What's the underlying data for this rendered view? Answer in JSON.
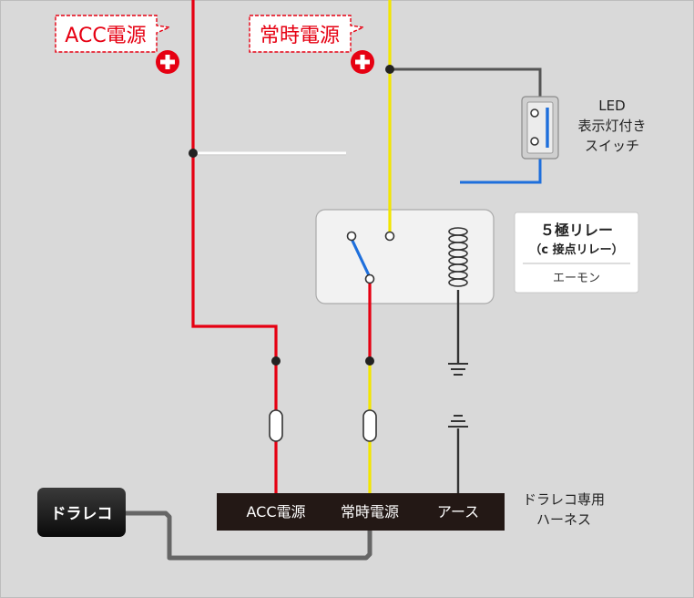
{
  "labels": {
    "acc_power": "ACC電源",
    "constant_power": "常時電源",
    "switch_line1": "LED",
    "switch_line2": "表示灯付き",
    "switch_line3": "スイッチ",
    "relay_title": "５極リレー",
    "relay_subtitle": "（c 接点リレー）",
    "relay_brand": "エーモン",
    "recorder": "ドラレコ",
    "harness_acc": "ACC電源",
    "harness_constant": "常時電源",
    "harness_ground": "アース",
    "harness_name_line1": "ドラレコ専用",
    "harness_name_line2": "ハーネス"
  },
  "icons": {
    "plus": "plus-circle-icon",
    "ground": "ground-icon",
    "fuse": "fuse-icon",
    "coil": "coil-icon"
  },
  "colors": {
    "background": "#d9d9d9",
    "acc_wire": "#e60012",
    "constant_wire": "#f2e600",
    "switch_wire_top": "#555555",
    "switch_wire_bottom": "#1e6fdc",
    "relay_wire": "#ffffff",
    "ground_wire": "#333333",
    "recorder_cable": "#666666",
    "callout_text": "#e60012"
  }
}
